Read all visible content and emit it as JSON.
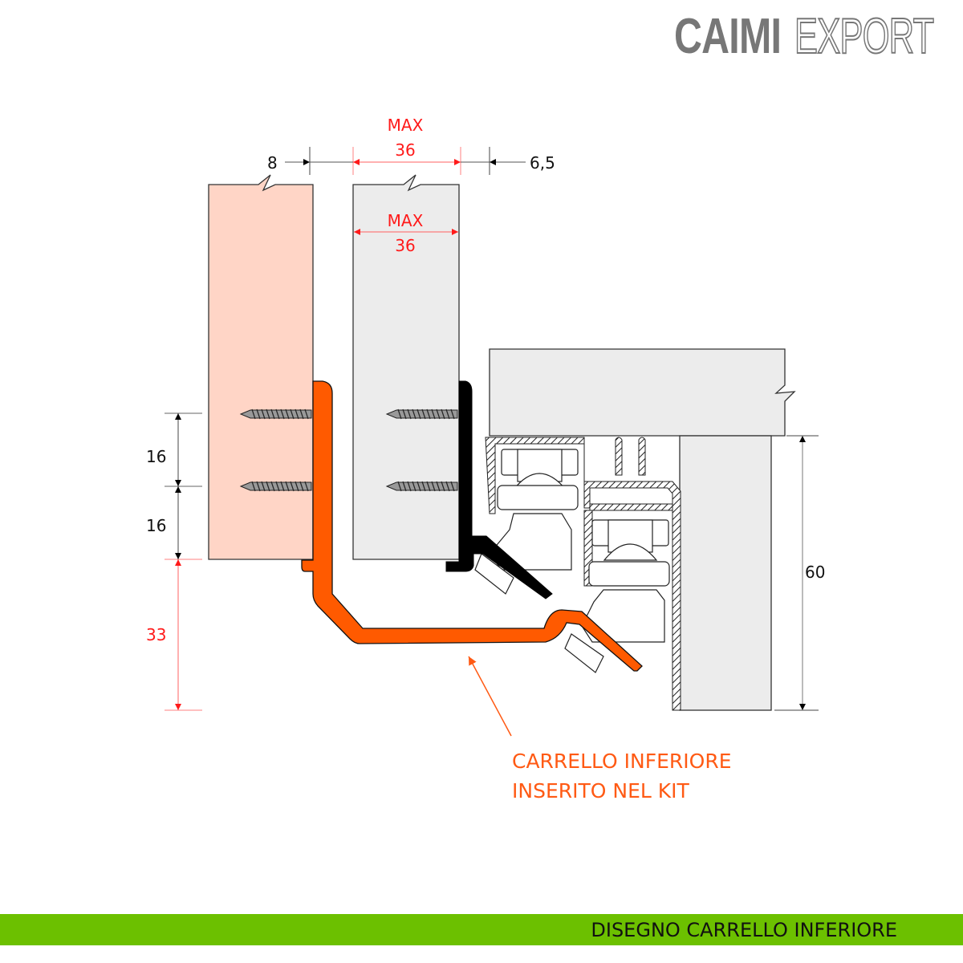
{
  "brand": {
    "logo_bold": "CAIMI",
    "logo_outline": "EXPORT"
  },
  "drawing": {
    "title": "DISEGNO CARRELLO INFERIORE",
    "callout": {
      "line1": "CARRELLO INFERIORE",
      "line2": "INSERITO NEL KIT"
    },
    "dimensions": {
      "gap_left": "8",
      "door_max_label_top": "MAX",
      "door_max_value_top": "36",
      "gap_right": "6,5",
      "door_max_label_inner": "MAX",
      "door_max_value_inner": "36",
      "screw_spacing_1": "16",
      "screw_spacing_2": "16",
      "bottom_offset": "33",
      "track_height": "60"
    },
    "colors": {
      "door_left_fill": "#ffd5c6",
      "door_right_fill": "#ececec",
      "carriage": "#ff5a00",
      "dimension_red": "#ff1a1a",
      "callout": "#ff5a14",
      "footer_bar": "#6cc000"
    }
  }
}
